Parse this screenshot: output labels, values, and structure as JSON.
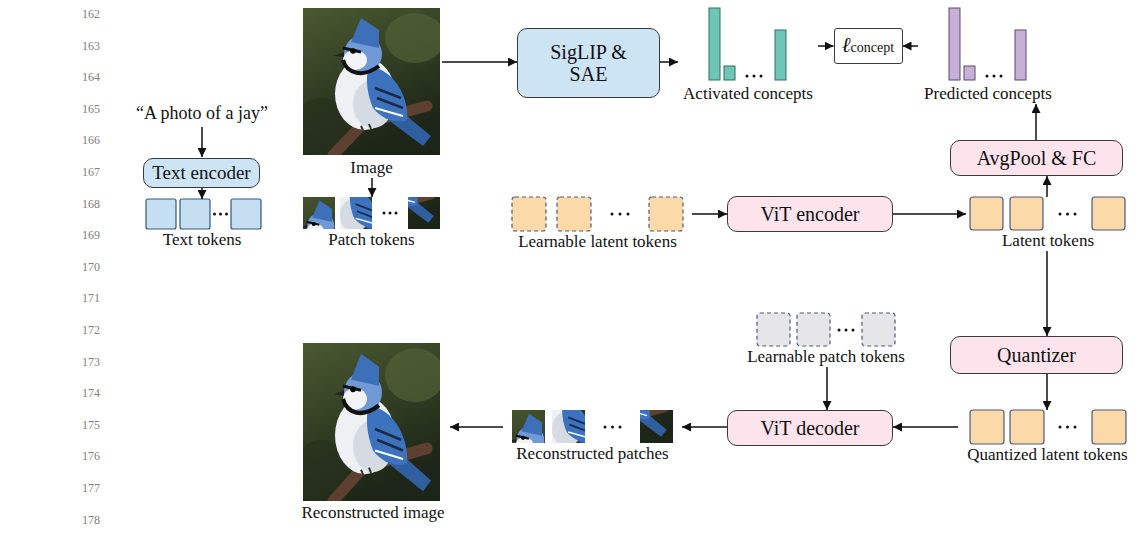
{
  "diagram": {
    "nodes": [
      {
        "text": [
          "Image"
        ]
      },
      {
        "text": [
          "SigLIP & SAE"
        ]
      },
      {
        "text": [
          "Activated concepts"
        ]
      },
      {
        "text": [
          "ℓconcept"
        ]
      },
      {
        "text": [
          "Predicted concepts"
        ]
      },
      {
        "text": [
          "Text encoder"
        ]
      },
      {
        "text": [
          "AvgPool & FC"
        ]
      },
      {
        "text": [
          "Text tokens"
        ]
      },
      {
        "text": [
          "Patch tokens"
        ]
      },
      {
        "text": [
          "Learnable latent tokens"
        ]
      },
      {
        "text": [
          "ViT encoder"
        ]
      },
      {
        "text": [
          "Latent tokens"
        ]
      },
      {
        "text": [
          "Learnable patch tokens"
        ]
      },
      {
        "text": [
          "Quantizer"
        ]
      },
      {
        "text": [
          "Reconstructed image"
        ]
      },
      {
        "text": [
          "Reconstructed patches"
        ]
      },
      {
        "text": [
          "ViT decoder"
        ]
      },
      {
        "text": [
          "Quantized latent tokens"
        ]
      }
    ],
    "edges": [
      {
        "from": 0,
        "to": 1,
        "arrow": "to"
      },
      {
        "from": 1,
        "to": 2,
        "arrow": "to"
      },
      {
        "from": 2,
        "to": 3,
        "arrow": "to"
      },
      {
        "from": 4,
        "to": 3,
        "arrow": "to"
      },
      {
        "from": 0,
        "to": 8,
        "arrow": "to"
      },
      {
        "from": 5,
        "to": 7,
        "arrow": "to"
      },
      {
        "from": 9,
        "to": 10,
        "arrow": "to"
      },
      {
        "from": 10,
        "to": 11,
        "arrow": "to"
      },
      {
        "from": 11,
        "to": 6,
        "arrow": "to"
      },
      {
        "from": 6,
        "to": 4,
        "arrow": "to"
      },
      {
        "from": 11,
        "to": 13,
        "arrow": "to"
      },
      {
        "from": 13,
        "to": 17,
        "arrow": "to"
      },
      {
        "from": 17,
        "to": 16,
        "arrow": "to"
      },
      {
        "from": 12,
        "to": 16,
        "arrow": "to"
      },
      {
        "from": 16,
        "to": 15,
        "arrow": "to"
      },
      {
        "from": 15,
        "to": 14,
        "arrow": "to"
      }
    ],
    "labels": [
      "162",
      "163",
      "164",
      "165",
      "166",
      "167",
      "168",
      "169",
      "170",
      "171",
      "172",
      "173",
      "174",
      "175",
      "176",
      "177",
      "178",
      "“A photo of a jay”"
    ]
  }
}
